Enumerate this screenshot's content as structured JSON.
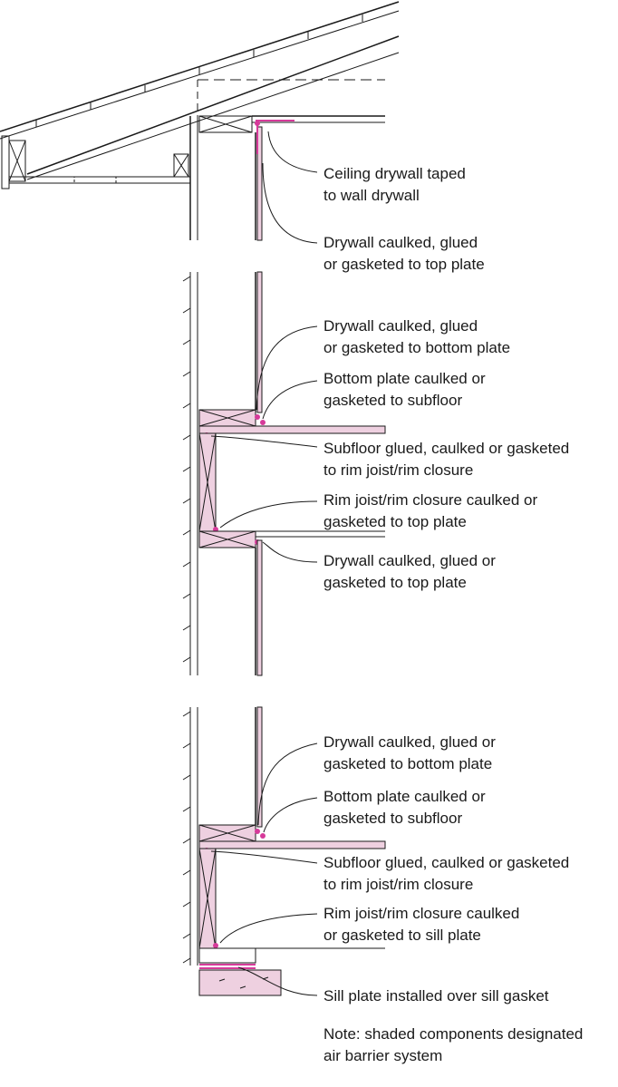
{
  "labels": {
    "ceiling_taped_1": "Ceiling drywall taped",
    "ceiling_taped_2": "to wall drywall",
    "top_plate_a_1": "Drywall caulked, glued",
    "top_plate_a_2": "or gasketed to top plate",
    "bottom_plate_a_1": "Drywall caulked, glued",
    "bottom_plate_a_2": "or gasketed to bottom plate",
    "subfloor_a_1": "Bottom plate caulked or",
    "subfloor_a_2": "gasketed to subfloor",
    "rim_a_1": "Subfloor glued, caulked or gasketed",
    "rim_a_2": "to rim joist/rim closure",
    "rim_top_1": "Rim joist/rim closure caulked or",
    "rim_top_2": "gasketed to top plate",
    "top_plate_b_1": "Drywall caulked, glued or",
    "top_plate_b_2": "gasketed to top plate",
    "bottom_plate_b_1": "Drywall caulked, glued or",
    "bottom_plate_b_2": "gasketed to bottom plate",
    "subfloor_b_1": "Bottom plate caulked or",
    "subfloor_b_2": "gasketed to subfloor",
    "rim_b_1": "Subfloor glued, caulked or gasketed",
    "rim_b_2": "to rim joist/rim closure",
    "sill_1": "Rim joist/rim closure caulked",
    "sill_2": "or gasketed to sill plate",
    "sill_gasket": "Sill plate installed over sill gasket",
    "note_1": "Note: shaded components designated",
    "note_2": "air barrier system"
  },
  "colors": {
    "air_barrier_fill": "#eed0e0",
    "sealant": "#d63a9a",
    "line": "#1a1a1a"
  }
}
